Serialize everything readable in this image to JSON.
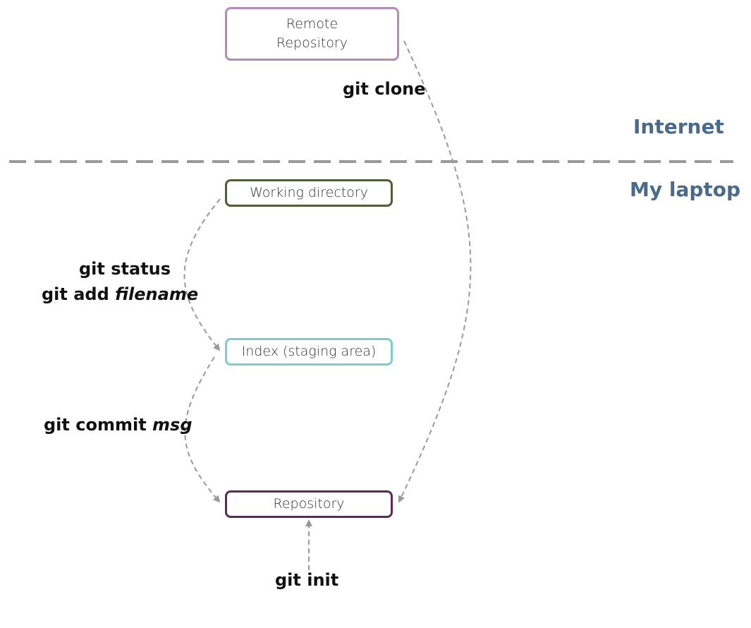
{
  "regions": {
    "internet": "Internet",
    "laptop": "My laptop"
  },
  "boxes": {
    "remote_line1": "Remote",
    "remote_line2": "Repository",
    "working": "Working directory",
    "index": "Index (staging area)",
    "repo": "Repository"
  },
  "commands": {
    "clone": "git clone",
    "status": "git status",
    "add_prefix": "git add",
    "add_arg": "filename",
    "commit_prefix": "git commit",
    "commit_arg": "msg",
    "init": "git init"
  },
  "colors": {
    "remote_border": "#b58ab8",
    "working_border": "#4f5e37",
    "index_border": "#7ccdd3",
    "repo_border": "#5c2a5e",
    "region_text": "#4a6a8b",
    "arrow": "#999999",
    "divider": "#999999"
  }
}
